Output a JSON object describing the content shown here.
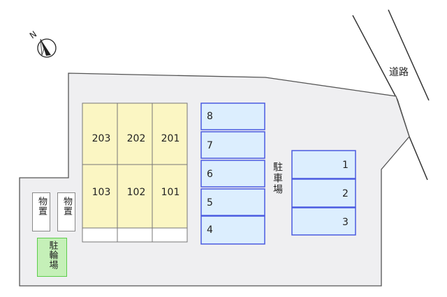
{
  "road_label": "道路",
  "parking_label": "駐車場",
  "north_label": "N",
  "bike_parking_label": "駐輪場",
  "storage": [
    "物置",
    "物置"
  ],
  "units_upper": [
    "203",
    "202",
    "201"
  ],
  "units_lower": [
    "103",
    "102",
    "101"
  ],
  "parking_left": [
    "8",
    "7",
    "6",
    "5",
    "4"
  ],
  "parking_right": [
    "1",
    "2",
    "3"
  ],
  "colors": {
    "site": "#efeff1",
    "building": "#fbf6c3",
    "parking_fill": "#dceefe",
    "parking_border": "#4a5ae0",
    "bike_fill": "#c5f0b8",
    "bike_border": "#5ccd4a"
  }
}
